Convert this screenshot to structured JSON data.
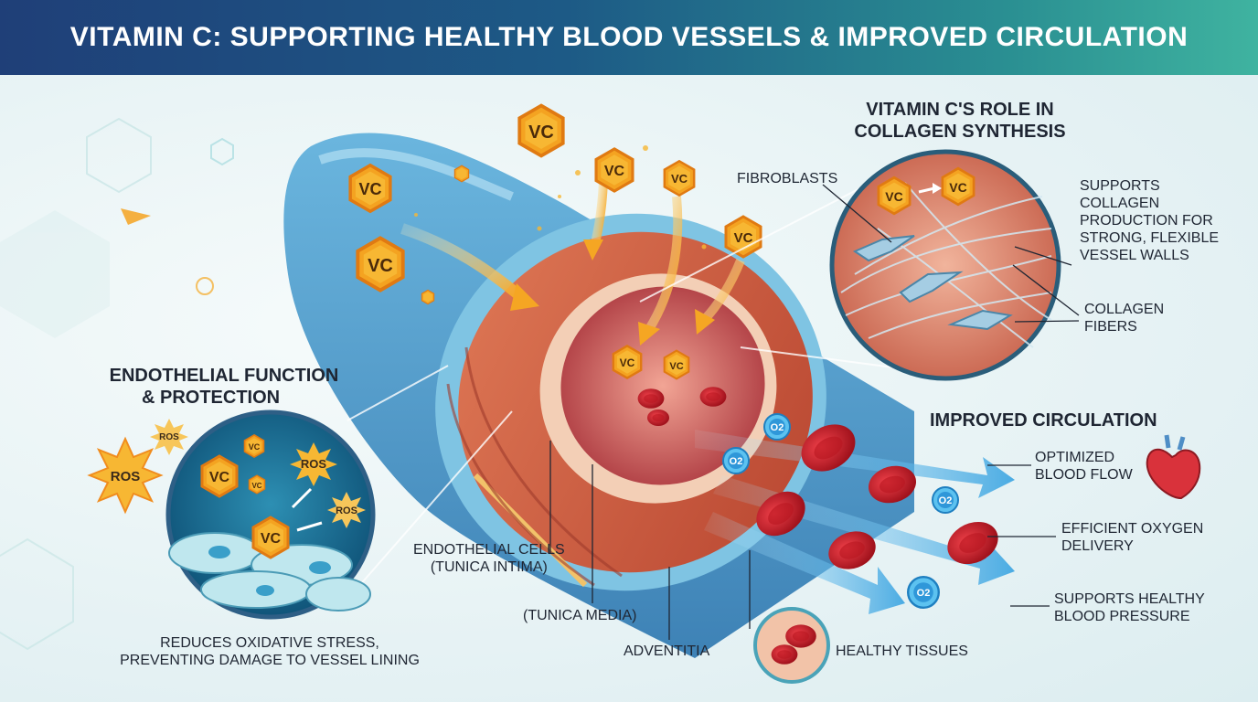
{
  "banner": {
    "title": "VITAMIN C: SUPPORTING HEALTHY BLOOD VESSELS & IMPROVED CIRCULATION"
  },
  "collagen": {
    "heading_1": "VITAMIN C'S ROLE IN",
    "heading_2": "COLLAGEN SYNTHESIS",
    "fibroblasts": "FIBROBLASTS",
    "supports_1": "SUPPORTS",
    "supports_2": "COLLAGEN",
    "supports_3": "PRODUCTION FOR",
    "supports_4": "STRONG, FLEXIBLE",
    "supports_5": "VESSEL WALLS",
    "fibers_1": "COLLAGEN",
    "fibers_2": "FIBERS"
  },
  "endothelial": {
    "heading_1": "ENDOTHELIAL FUNCTION",
    "heading_2": "& PROTECTION",
    "caption_1": "REDUCES OXIDATIVE STRESS,",
    "caption_2": "PREVENTING DAMAGE TO VESSEL LINING",
    "ros": "ROS"
  },
  "vessel": {
    "endothelial_cells_1": "ENDOTHELIAL CELLS",
    "endothelial_cells_2": "(TUNICA INTIMA)",
    "tunica_media": "(TUNICA MEDIA)",
    "adventitia": "ADVENTITIA",
    "healthy_tissues": "HEALTHY TISSUES"
  },
  "circulation": {
    "heading": "IMPROVED CIRCULATION",
    "blood_flow_1": "OPTIMIZED",
    "blood_flow_2": "BLOOD FLOW",
    "oxygen_1": "EFFICIENT OXYGEN",
    "oxygen_2": "DELIVERY",
    "pressure_1": "SUPPORTS HEALTHY",
    "pressure_2": "BLOOD PRESSURE"
  },
  "symbols": {
    "vc": "VC",
    "o2": "O2"
  },
  "colors": {
    "banner_start": "#1f3f78",
    "banner_end": "#3fb3a0",
    "vc_orange": "#f4a321",
    "vessel_blue": "#3f8fc4",
    "muscle_red": "#c8553d",
    "rbc_red": "#d62828",
    "oxygen_blue": "#41a8e0"
  },
  "icons": [
    "vc-molecule-icon",
    "ros-burst-icon",
    "oxygen-bubble-icon",
    "red-blood-cell-icon",
    "heart-icon",
    "flow-arrow-icon"
  ]
}
